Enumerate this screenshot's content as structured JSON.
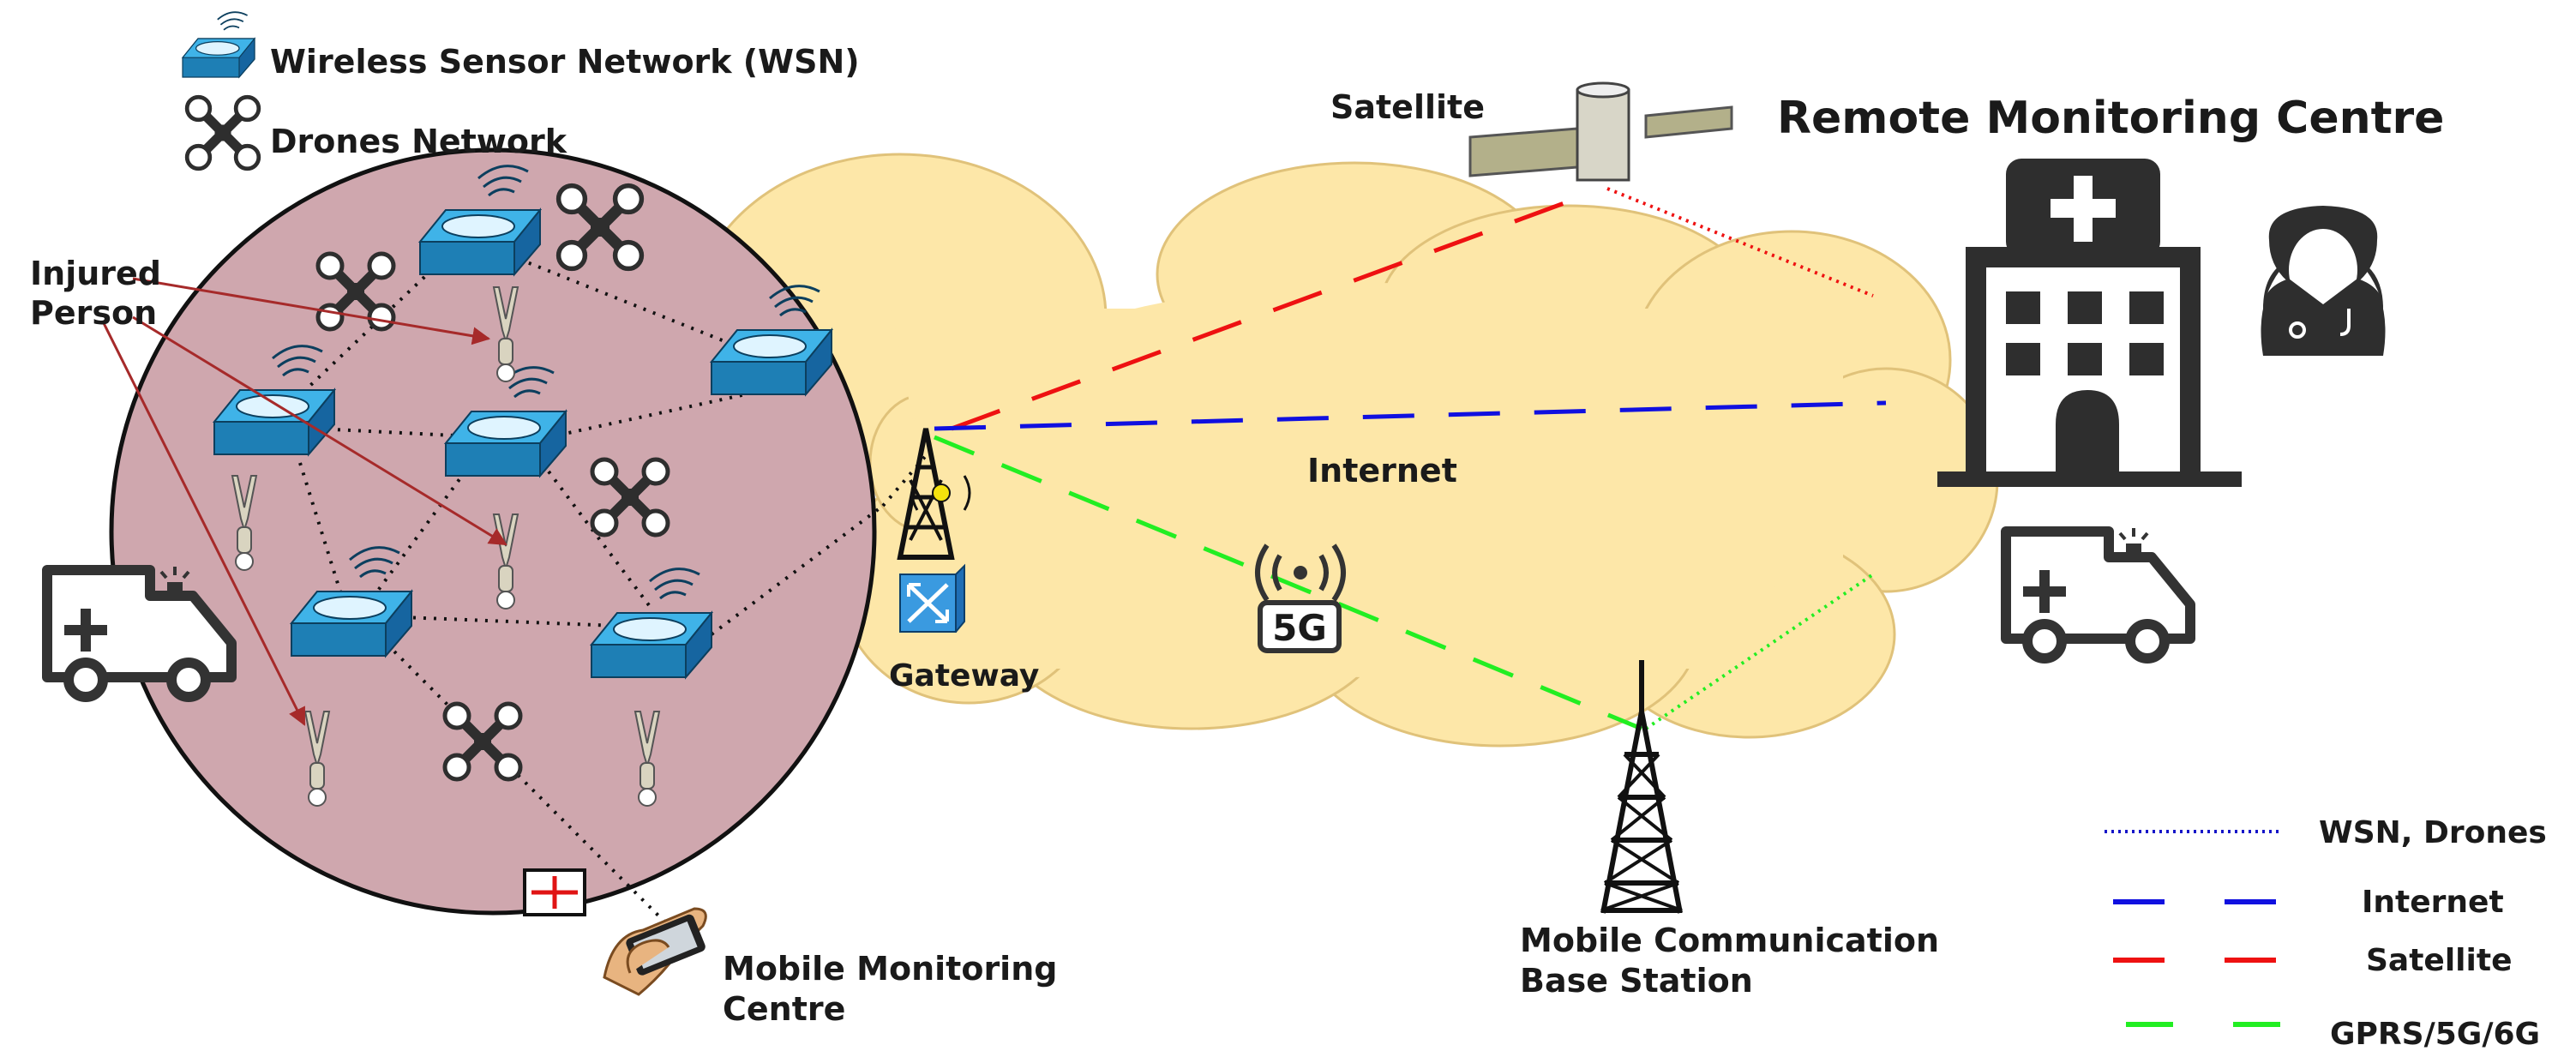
{
  "legend_top": {
    "wsn_label": "Wireless Sensor Network (WSN)",
    "drones_label": "Drones Network"
  },
  "labels": {
    "injured_person_line1": "Injured",
    "injured_person_line2": "Person",
    "gateway": "Gateway",
    "internet": "Internet",
    "satellite": "Satellite",
    "remote_monitoring_centre": "Remote Monitoring Centre",
    "base_station_line1": "Mobile Communication",
    "base_station_line2": "Base Station",
    "mobile_centre_line1": "Mobile Monitoring",
    "mobile_centre_line2": "Centre",
    "badge_5g": "5G"
  },
  "legend_bottom": [
    {
      "label": "WSN, Drones",
      "color": "#1515c8",
      "style": "dotted"
    },
    {
      "label": "Internet",
      "color": "#1010e0",
      "style": "dashed"
    },
    {
      "label": "Satellite",
      "color": "#ee1111",
      "style": "dashed"
    },
    {
      "label": "GPRS/5G/6G",
      "color": "#22ee22",
      "style": "dashed"
    }
  ],
  "colors": {
    "zone_fill": "#cfa7ae",
    "cloud_fill": "#fde7a8",
    "sensor_blue": "#2c9fd8",
    "arrow_red": "#a62a2a",
    "icon_dark": "#2e2e2e"
  }
}
